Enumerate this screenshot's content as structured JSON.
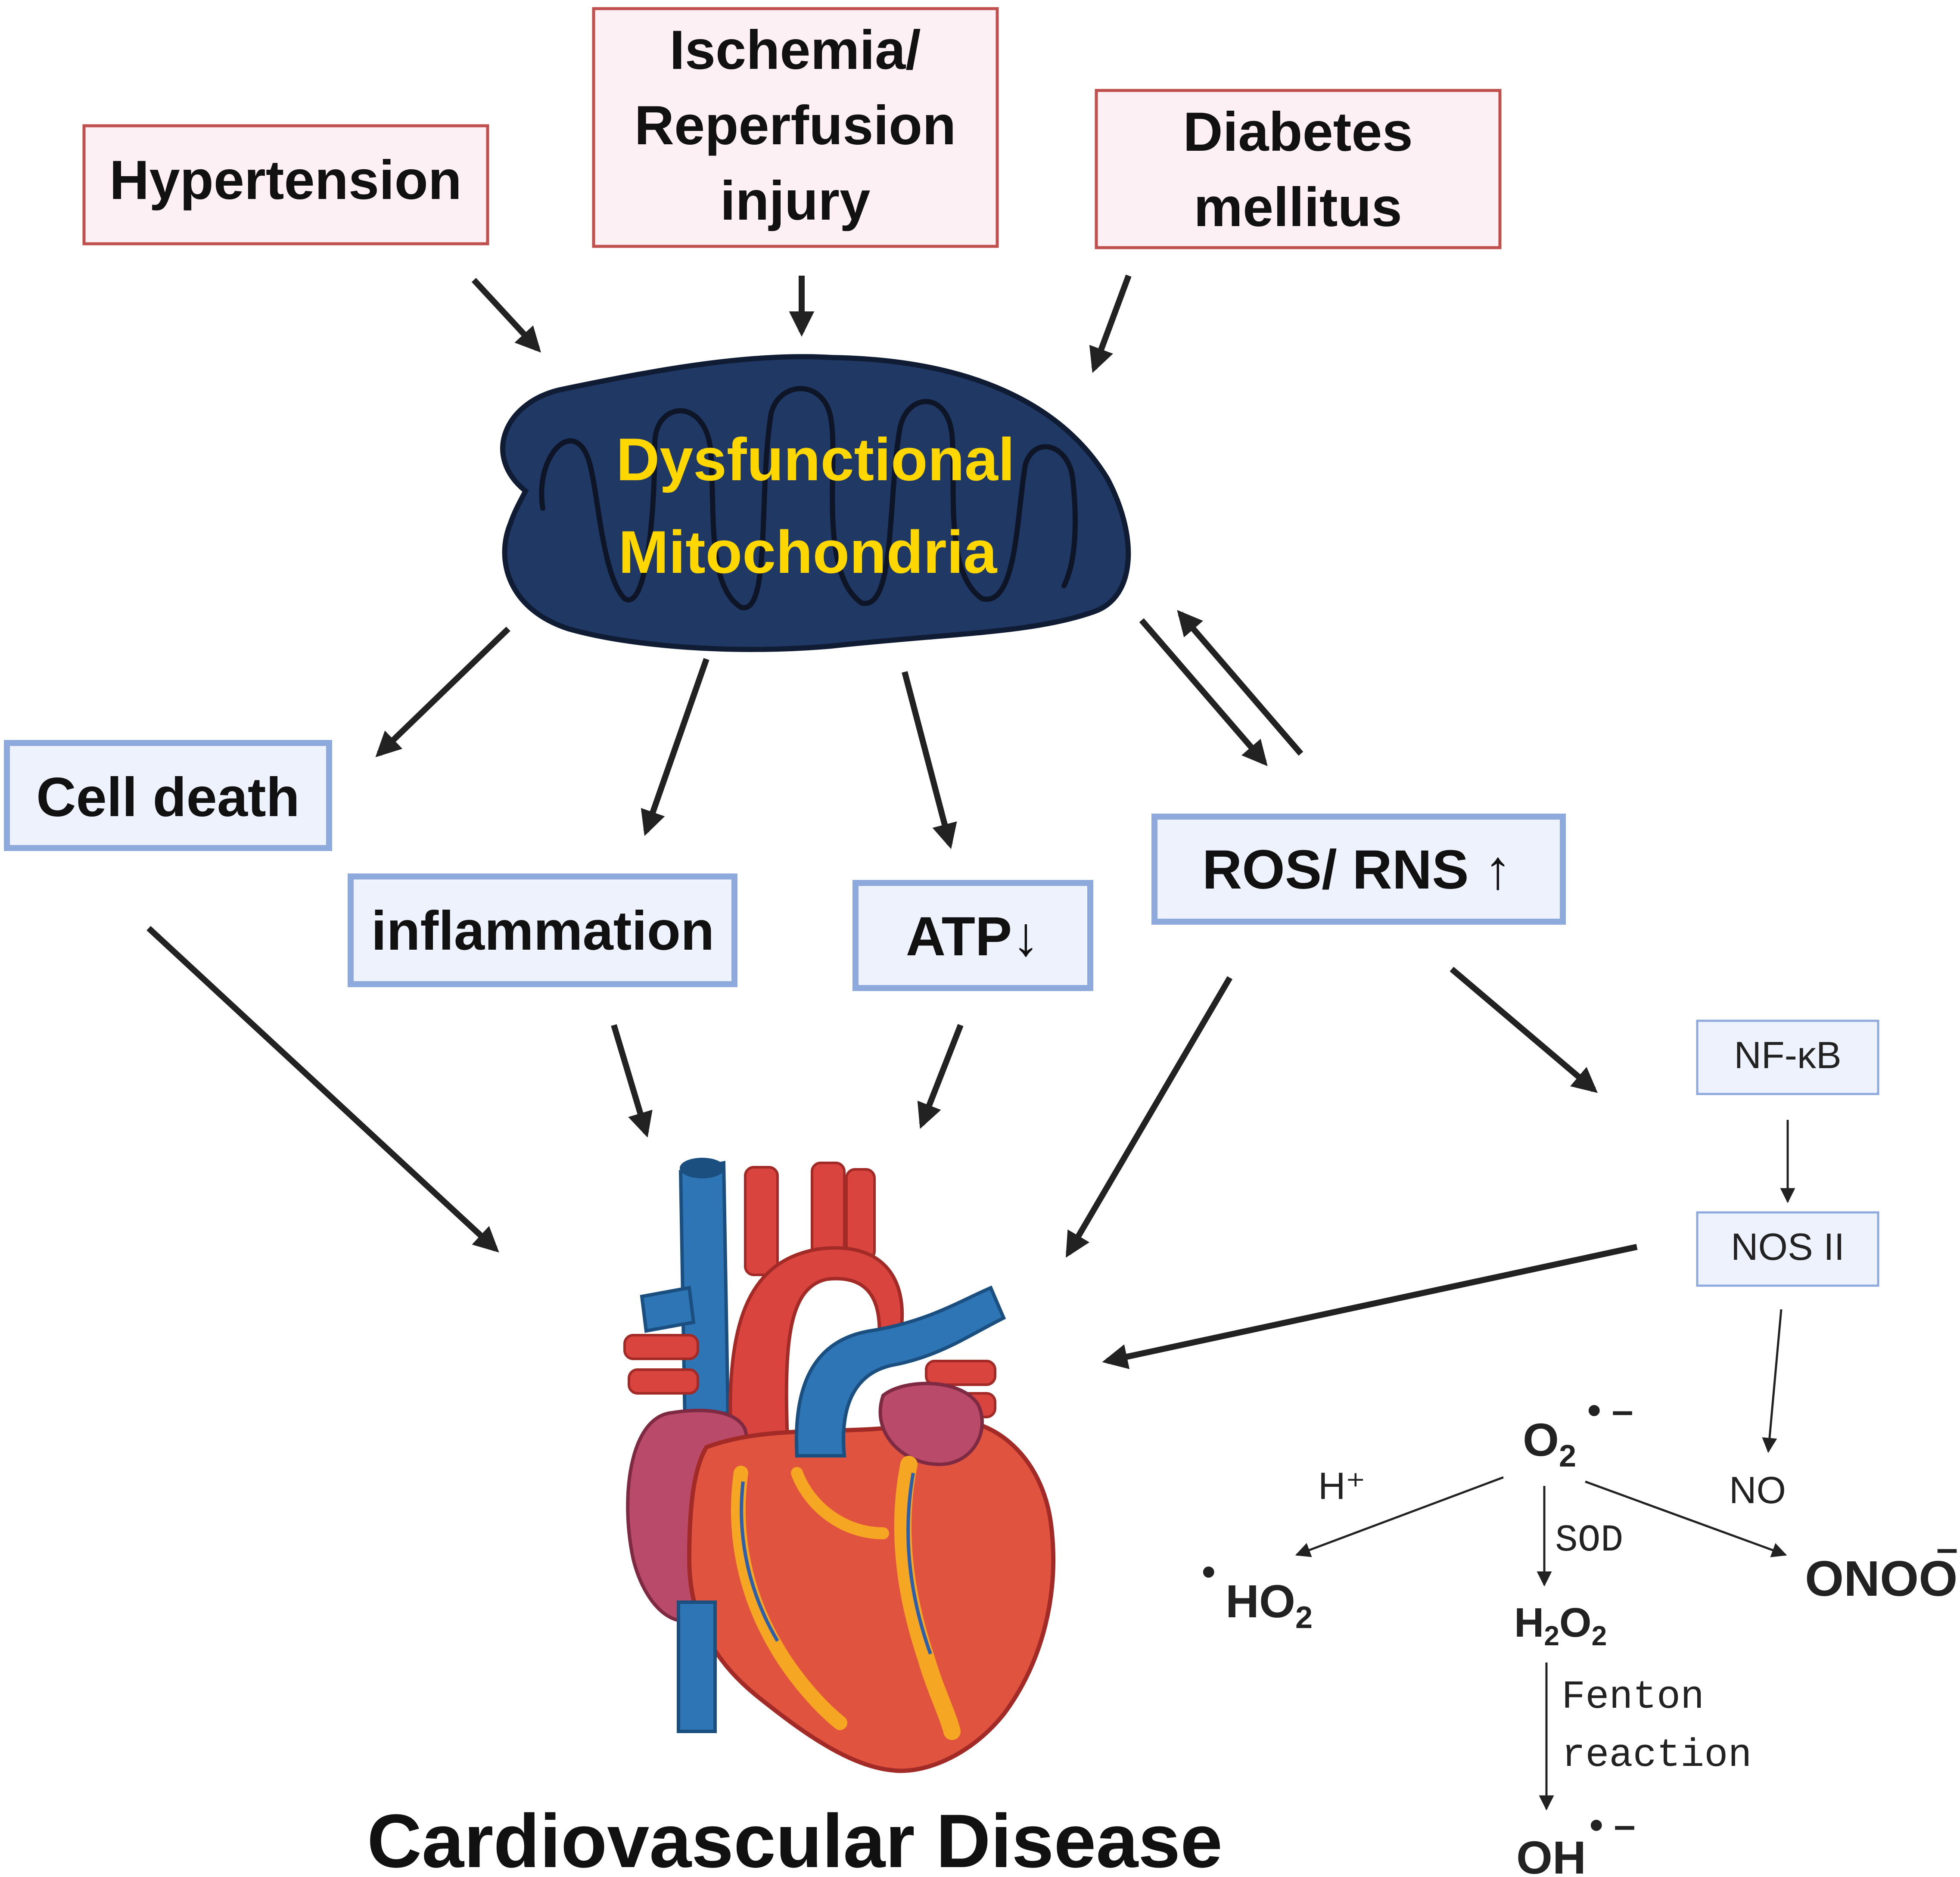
{
  "causes": {
    "hypertension": "Hypertension",
    "ischemia": [
      "Ischemia/",
      "Reperfusion",
      "injury"
    ],
    "diabetes": [
      "Diabetes",
      "mellitus"
    ]
  },
  "mitochondria": {
    "line1": "Dysfunctional",
    "line2": "Mitochondria",
    "label_color": "#ffd700",
    "body_color": "#1f3864"
  },
  "effects": {
    "cell_death": "Cell death",
    "inflammation": "inflammation",
    "atp": "ATP↓",
    "ros": "ROS/ RNS ↑"
  },
  "pathway": {
    "nfkb": "NF-κB",
    "nos": "NOS II",
    "superoxide": "O",
    "superoxide_sub": "2",
    "superoxide_sup": "• –",
    "h_plus": "H⁺",
    "no": "NO",
    "sod": "SOD",
    "ho2_dot": "•",
    "ho2": "HO",
    "ho2_sub": "2",
    "h2o2_h": "H",
    "h2o2_sub1": "2",
    "h2o2_o": "O",
    "h2o2_sub2": "2",
    "onoo": "ONOO",
    "onoo_sup": "–",
    "fenton_line1": "Fenton",
    "fenton_line2": "reaction",
    "oh": "OH",
    "oh_sup": "• –"
  },
  "outcome": "Cardiovascular Disease",
  "colors": {
    "cause_border": "#c0504d",
    "cause_fill": "#fdf0f4",
    "effect_border": "#8ea9db",
    "effect_fill": "#eef2fc",
    "heart_red": "#d9443f",
    "heart_blue": "#2e75b6",
    "heart_coronary": "#f5a623"
  }
}
